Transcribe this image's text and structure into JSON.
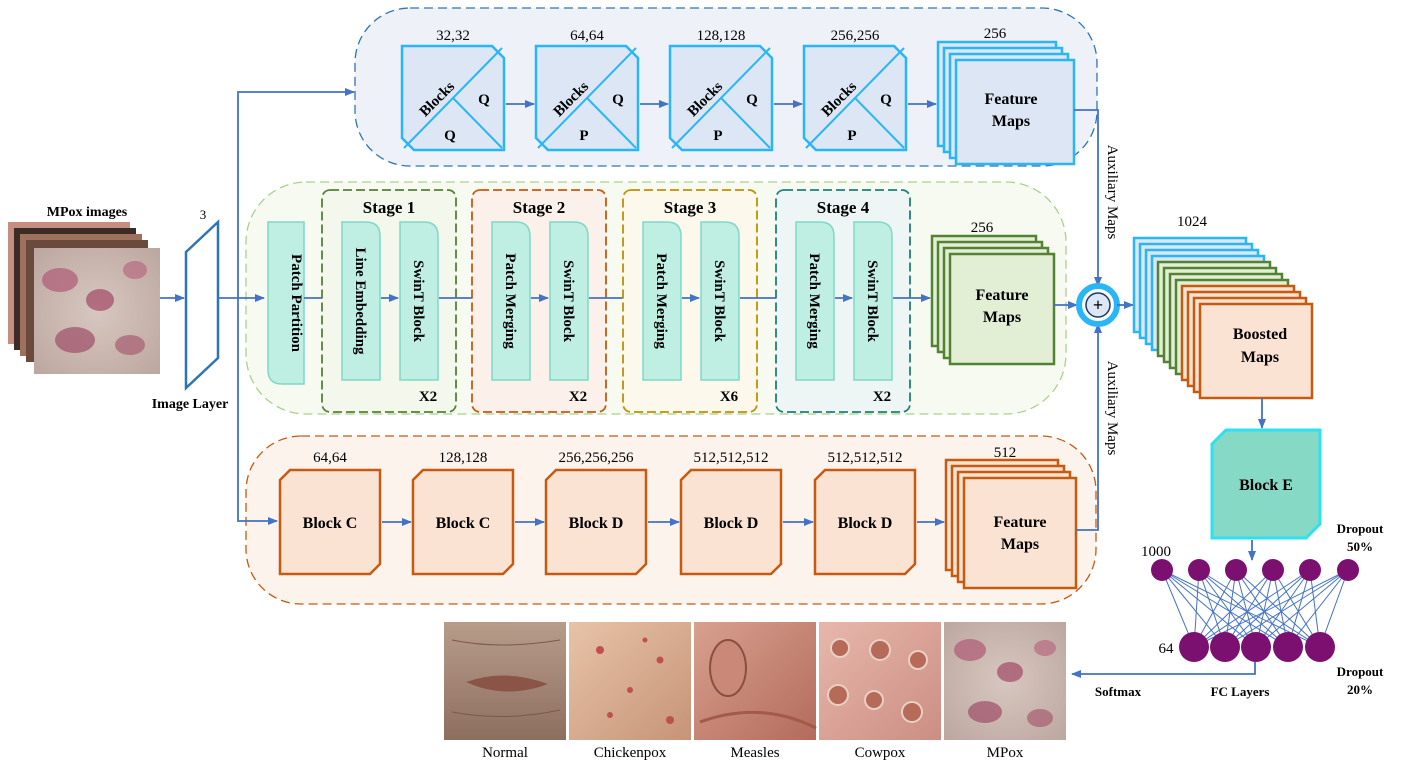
{
  "input": {
    "title": "MPox images",
    "layer_label": "Image Layer",
    "channels": "3"
  },
  "top_branch": {
    "blocks": [
      {
        "size": "32,32",
        "name": "Blocks",
        "right": "Q",
        "bottom": "Q"
      },
      {
        "size": "64,64",
        "name": "Blocks",
        "right": "Q",
        "bottom": "P"
      },
      {
        "size": "128,128",
        "name": "Blocks",
        "right": "Q",
        "bottom": "P"
      },
      {
        "size": "256,256",
        "name": "Blocks",
        "right": "Q",
        "bottom": "P"
      }
    ],
    "feature": {
      "count": "256",
      "line1": "Feature",
      "line2": "Maps"
    }
  },
  "middle_branch": {
    "patch_partition": "Patch Partition",
    "stages": [
      {
        "title": "Stage 1",
        "left": "Line Embedding",
        "right": "SwinT Block",
        "repeat": "X2"
      },
      {
        "title": "Stage 2",
        "left": "Patch Merging",
        "right": "SwinT Block",
        "repeat": "X2"
      },
      {
        "title": "Stage 3",
        "left": "Patch Merging",
        "right": "SwinT Block",
        "repeat": "X6"
      },
      {
        "title": "Stage 4",
        "left": "Patch Merging",
        "right": "SwinT Block",
        "repeat": "X2"
      }
    ],
    "feature": {
      "count": "256",
      "line1": "Feature",
      "line2": "Maps"
    }
  },
  "bottom_branch": {
    "blocks": [
      {
        "size": "64,64",
        "name": "Block C"
      },
      {
        "size": "128,128",
        "name": "Block C"
      },
      {
        "size": "256,256,256",
        "name": "Block D"
      },
      {
        "size": "512,512,512",
        "name": "Block D"
      },
      {
        "size": "512,512,512",
        "name": "Block D"
      }
    ],
    "feature": {
      "count": "512",
      "line1": "Feature",
      "line2": "Maps"
    }
  },
  "fusion": {
    "aux_label_top": "Auxiliary Maps",
    "aux_label_bottom": "Auxiliary Maps",
    "plus": "+",
    "boosted_count": "1024",
    "boosted_line1": "Boosted",
    "boosted_line2": "Maps",
    "block_e": "Block E"
  },
  "fc": {
    "top_count": "1000",
    "bottom_count": "64",
    "dropout_top": [
      "Dropout",
      "50%"
    ],
    "dropout_bottom": [
      "Dropout",
      "20%"
    ],
    "fc_label": "FC Layers",
    "softmax_label": "Softmax"
  },
  "classes": [
    "Normal",
    "Chickenpox",
    "Measles",
    "Cowpox",
    "MPox"
  ],
  "colors": {
    "arrow": "#4472c4",
    "blue_box": "#29b6f6",
    "green_box": "#548235",
    "orange_box": "#c55a11",
    "teal_box": "#7fd8c8",
    "neuron": "#7b1070",
    "blocke_fill": "#86d9c4",
    "blocke_stroke": "#2ee0f0"
  }
}
